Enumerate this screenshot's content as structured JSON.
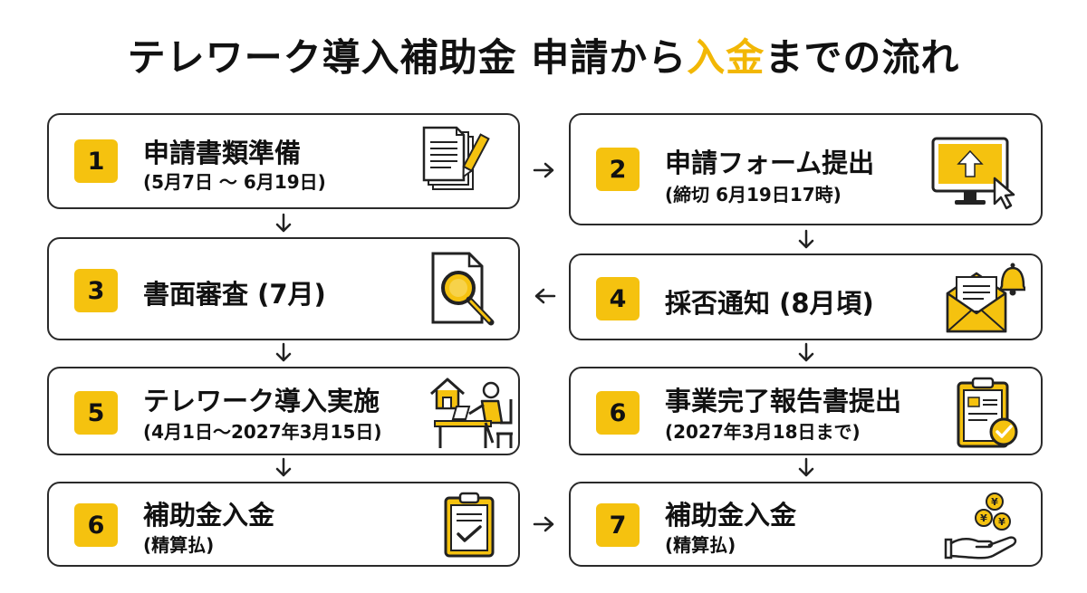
{
  "title": {
    "prefix": "テレワーク導入補助金 申請から",
    "highlight": "入金",
    "suffix": "までの流れ"
  },
  "colors": {
    "accent": "#F5C20F",
    "border": "#2A2A2A",
    "text": "#111111"
  },
  "steps": [
    {
      "number": "1",
      "label": "申請書類準備",
      "sub": "(5月7日 ～ 6月19日)",
      "icon": "documents-pen-icon"
    },
    {
      "number": "2",
      "label": "申請フォーム提出",
      "sub": "(締切 6月19日17時)",
      "icon": "monitor-upload-icon"
    },
    {
      "number": "3",
      "label": "書面審査 (7月)",
      "sub": "",
      "icon": "document-magnifier-icon"
    },
    {
      "number": "4",
      "label": "採否通知 (8月頃)",
      "sub": "",
      "icon": "envelope-bell-icon"
    },
    {
      "number": "5",
      "label": "テレワーク導入実施",
      "sub": "(4月1日～2027年3月15日)",
      "icon": "home-office-icon"
    },
    {
      "number": "6",
      "label": "事業完了報告書提出",
      "sub": "(2027年3月18日まで)",
      "icon": "clipboard-check-icon"
    },
    {
      "number": "6",
      "label": "補助金入金",
      "sub": "(精算払)",
      "icon": "clipboard-checklist-icon"
    },
    {
      "number": "7",
      "label": "補助金入金",
      "sub": "(精算払)",
      "icon": "hand-coins-icon"
    }
  ]
}
